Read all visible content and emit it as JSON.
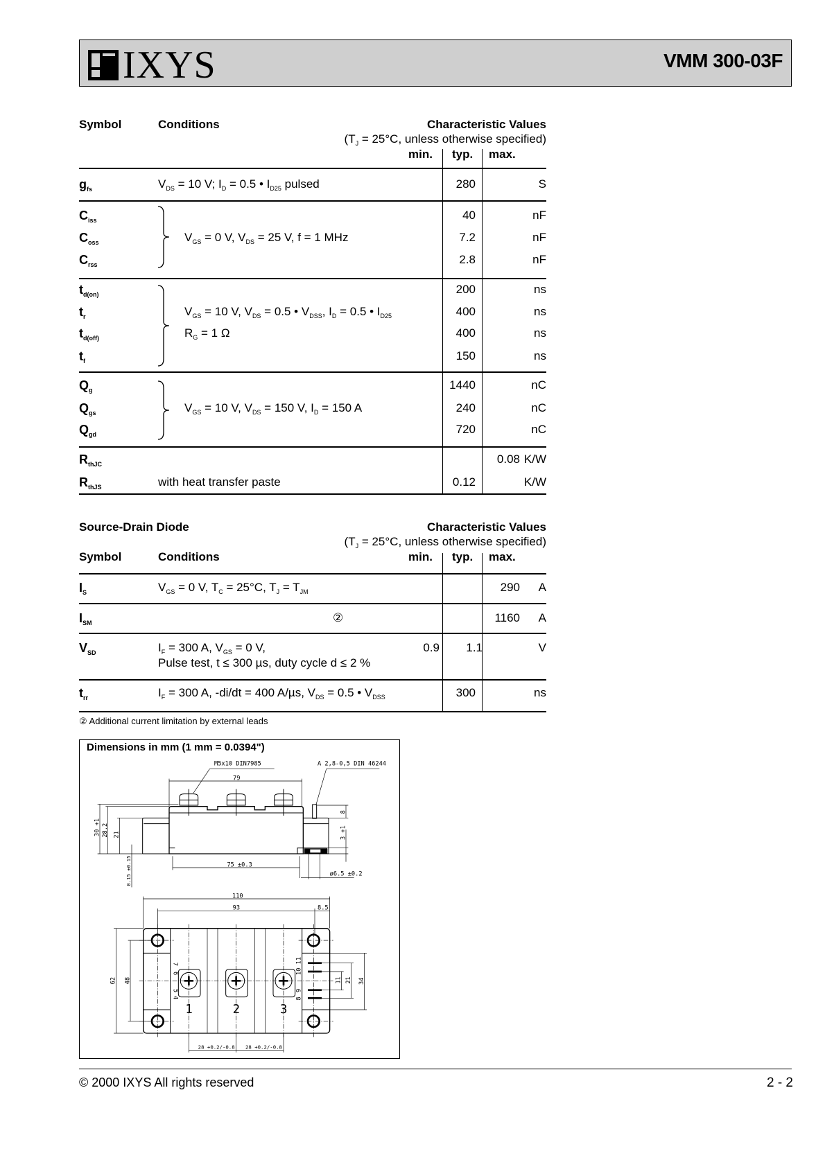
{
  "header": {
    "logo": "IXYS",
    "part_number": "VMM 300-03F"
  },
  "table1": {
    "col_symbol": "Symbol",
    "col_conditions": "Conditions",
    "col_values": "Characteristic Values",
    "note": [
      {
        "t": "(T"
      },
      {
        "s": "J"
      },
      {
        "t": " = 25°C, unless otherwise specified)"
      }
    ],
    "min": "min.",
    "typ": "typ.",
    "max": "max.",
    "rows": [
      {
        "sym": "g",
        "sub": "fs",
        "cond": [
          {
            "t": "V"
          },
          {
            "s": "DS"
          },
          {
            "t": "  = 10 V; I"
          },
          {
            "s": "D"
          },
          {
            "t": " = 0.5 • I"
          },
          {
            "s": "D25"
          },
          {
            "t": " pulsed"
          }
        ],
        "min": "",
        "typ": "280",
        "max": "",
        "unit": "S"
      },
      {
        "sym": "C",
        "sub": "iss",
        "typ": "40",
        "unit": "nF"
      },
      {
        "sym": "C",
        "sub": "oss",
        "typ": "7.2",
        "unit": "nF"
      },
      {
        "sym": "C",
        "sub": "rss",
        "typ": "2.8",
        "unit": "nF"
      },
      {
        "sym": "t",
        "sub": "d(on)",
        "typ": "200",
        "unit": "ns"
      },
      {
        "sym": "t",
        "sub": "r",
        "typ": "400",
        "unit": "ns"
      },
      {
        "sym": "t",
        "sub": "d(off)",
        "typ": "400",
        "unit": "ns"
      },
      {
        "sym": "t",
        "sub": "f",
        "typ": "150",
        "unit": "ns"
      },
      {
        "sym": "Q",
        "sub": "g",
        "typ": "1440",
        "unit": "nC"
      },
      {
        "sym": "Q",
        "sub": "gs",
        "typ": "240",
        "unit": "nC"
      },
      {
        "sym": "Q",
        "sub": "gd",
        "typ": "720",
        "unit": "nC"
      },
      {
        "sym": "R",
        "sub": "thJC",
        "typ": "",
        "max": "0.08",
        "unit": "K/W"
      },
      {
        "sym": "R",
        "sub": "thJS",
        "cond": [
          {
            "t": "with heat transfer paste"
          }
        ],
        "typ": "0.12",
        "unit": "K/W"
      }
    ],
    "group_conditions": {
      "cap": [
        {
          "t": "V"
        },
        {
          "s": "GS"
        },
        {
          "t": " = 0 V, V"
        },
        {
          "s": "DS"
        },
        {
          "t": " = 25 V, f = 1 MHz"
        }
      ],
      "sw1": [
        {
          "t": "V"
        },
        {
          "s": "GS"
        },
        {
          "t": " = 10 V, V"
        },
        {
          "s": "DS"
        },
        {
          "t": " = 0.5 • V"
        },
        {
          "s": "DSS"
        },
        {
          "t": ", I"
        },
        {
          "s": "D"
        },
        {
          "t": " = 0.5 • I"
        },
        {
          "s": "D25"
        }
      ],
      "sw2": [
        {
          "t": "R"
        },
        {
          "s": "G"
        },
        {
          "t": " = 1 Ω"
        }
      ],
      "gate": [
        {
          "t": "V"
        },
        {
          "s": "GS"
        },
        {
          "t": " = 10 V, V"
        },
        {
          "s": "DS"
        },
        {
          "t": " = 150 V, I"
        },
        {
          "s": "D"
        },
        {
          "t": " = 150 A"
        }
      ]
    }
  },
  "table2": {
    "title": "Source-Drain Diode",
    "col_values": "Characteristic Values",
    "note": [
      {
        "t": "(T"
      },
      {
        "s": "J"
      },
      {
        "t": " = 25°C, unless otherwise specified)"
      }
    ],
    "col_symbol": "Symbol",
    "col_conditions": "Conditions",
    "min": "min.",
    "typ": "typ.",
    "max": "max.",
    "rows": [
      {
        "sym": "I",
        "sub": "S",
        "cond": [
          {
            "t": "V"
          },
          {
            "s": "GS"
          },
          {
            "t": "  = 0 V, T"
          },
          {
            "s": "C"
          },
          {
            "t": " = 25°C, T"
          },
          {
            "s": "J"
          },
          {
            "t": " = T"
          },
          {
            "s": "JM"
          }
        ],
        "typ": "",
        "max": "290",
        "unit": "A"
      },
      {
        "sym": "I",
        "sub": "SM",
        "cond": [
          {
            "t": "②"
          }
        ],
        "typ": "",
        "max": "1160",
        "unit": "A"
      },
      {
        "sym": "V",
        "sub": "SD",
        "cond": [
          {
            "t": "I"
          },
          {
            "s": "F"
          },
          {
            "t": " = 300 A, V"
          },
          {
            "s": "GS"
          },
          {
            "t": " = 0 V,"
          }
        ],
        "cond2": [
          {
            "t": "Pulse test, t ≤ 300 µs, duty cycle d ≤ 2 %"
          }
        ],
        "typ": "0.9",
        "max": "1.1",
        "unit": "V"
      },
      {
        "sym": "t",
        "sub": "rr",
        "cond": [
          {
            "t": "I"
          },
          {
            "s": "F"
          },
          {
            "t": " = 300 A, -di/dt = 400 A/µs, V"
          },
          {
            "s": "DS"
          },
          {
            "t": " = 0.5 • V"
          },
          {
            "s": "DSS"
          }
        ],
        "typ": "300",
        "max": "",
        "unit": "ns"
      }
    ],
    "footnote": "② Additional current limitation by external leads"
  },
  "drawing": {
    "title": "Dimensions in mm (1 mm = 0.0394\")",
    "screw": "M5x10 DIN7985",
    "tab": "A 2,8-0,5 DIN 46244",
    "d79": "79",
    "d30": "30 +1",
    "d28_2": "28.2",
    "d21": "21",
    "d015": "0.15 ±0.15",
    "d75": "75 ±0.3",
    "d8": "8",
    "d3": "3 +1",
    "d6_5": "ø6.5 ±0.2",
    "d110": "110",
    "d93": "93",
    "d8_5": "8.5",
    "d62": "62",
    "d48": "48",
    "d34": "34",
    "d21b": "21",
    "d11": "11",
    "d28a": "28 +0.2/-0.8",
    "d28b": "28 +0.2/-0.8",
    "terminals": [
      "1",
      "2",
      "3"
    ],
    "pins_left": [
      "7",
      "6",
      "5",
      "4"
    ],
    "pins_right": [
      "10 11",
      "9",
      "8"
    ]
  },
  "footer": {
    "copyright": "© 2000 IXYS All rights reserved",
    "page": "2 - 2"
  }
}
